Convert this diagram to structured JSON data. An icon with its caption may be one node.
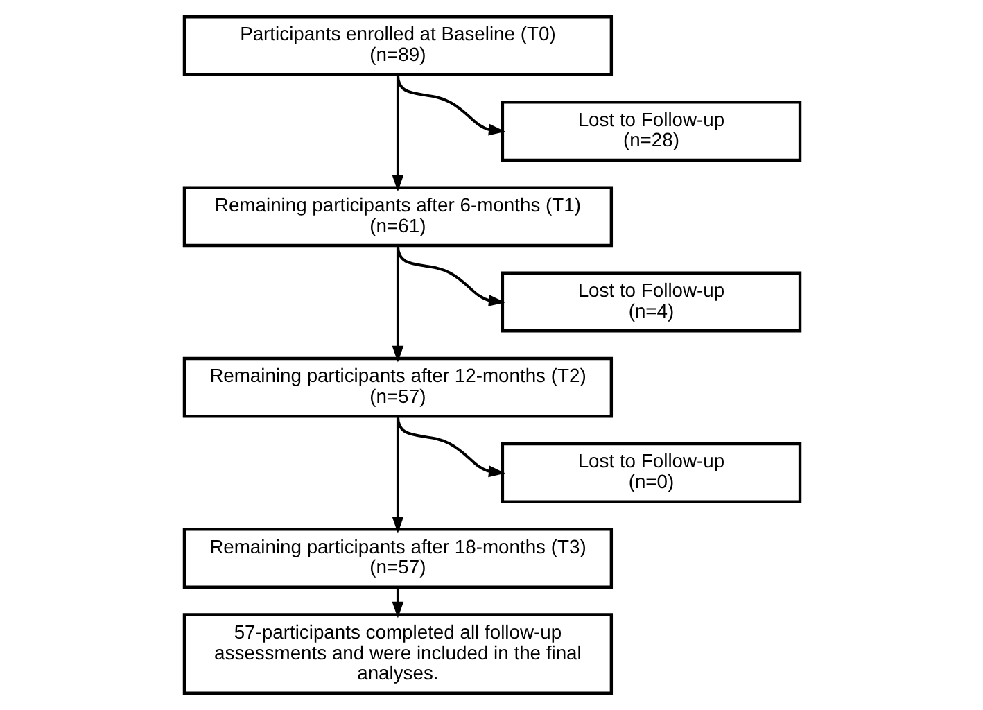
{
  "diagram": {
    "nodes": [
      {
        "text": [
          "Participants enrolled at Baseline (T0)",
          "(n=89)"
        ]
      },
      {
        "text": [
          "Lost to Follow-up",
          "(n=28)"
        ]
      },
      {
        "text": [
          "Remaining participants after 6-months (T1)",
          "(n=61)"
        ]
      },
      {
        "text": [
          "Lost to Follow-up",
          "(n=4)"
        ]
      },
      {
        "text": [
          "Remaining participants after 12-months (T2)",
          "(n=57)"
        ]
      },
      {
        "text": [
          "Lost to Follow-up",
          "(n=0)"
        ]
      },
      {
        "text": [
          "Remaining participants after 18-months (T3)",
          "(n=57)"
        ]
      },
      {
        "text": [
          "57-participants completed all follow-up assessments and were included in the final analyses."
        ]
      }
    ],
    "edges": [
      {
        "from": 0,
        "to": 1,
        "arrow": "to"
      },
      {
        "from": 0,
        "to": 2,
        "arrow": "to"
      },
      {
        "from": 2,
        "to": 3,
        "arrow": "to"
      },
      {
        "from": 2,
        "to": 4,
        "arrow": "to"
      },
      {
        "from": 4,
        "to": 5,
        "arrow": "to"
      },
      {
        "from": 4,
        "to": 6,
        "arrow": "to"
      },
      {
        "from": 6,
        "to": 7,
        "arrow": "to"
      }
    ]
  }
}
